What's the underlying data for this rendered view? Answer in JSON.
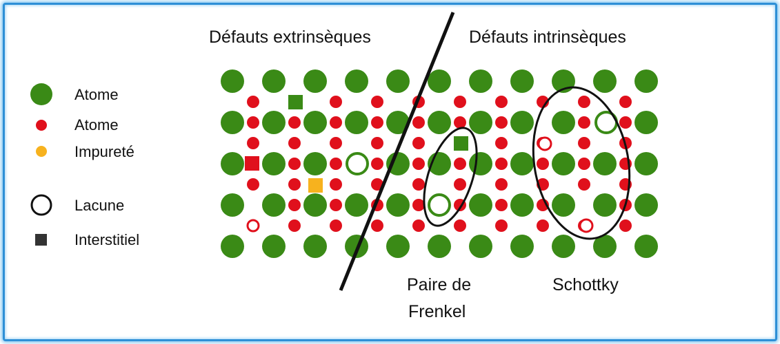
{
  "headings": {
    "extrinsic": "Défauts extrinsèques",
    "intrinsic": "Défauts intrinsèques"
  },
  "legend": {
    "items": [
      {
        "label": "Atome",
        "symbol": "large-green-circle",
        "color": "#3a8a16"
      },
      {
        "label": "Atome",
        "symbol": "small-red-circle",
        "color": "#e0101c"
      },
      {
        "label": "Impureté",
        "symbol": "orange-circle",
        "color": "#f7b21e"
      },
      {
        "label": "Lacune",
        "symbol": "hollow-circle",
        "color": "#111111"
      },
      {
        "label": "Interstitiel",
        "symbol": "square",
        "color": "#333333"
      }
    ]
  },
  "defect_labels": {
    "frenkel_line1": "Paire de",
    "frenkel_line2": "Frenkel",
    "schottky": "Schottky"
  },
  "colors": {
    "green_atom": "#3a8a16",
    "red_atom": "#e0101c",
    "impurity": "#f7b21e",
    "frame": "#2e8fd6"
  }
}
